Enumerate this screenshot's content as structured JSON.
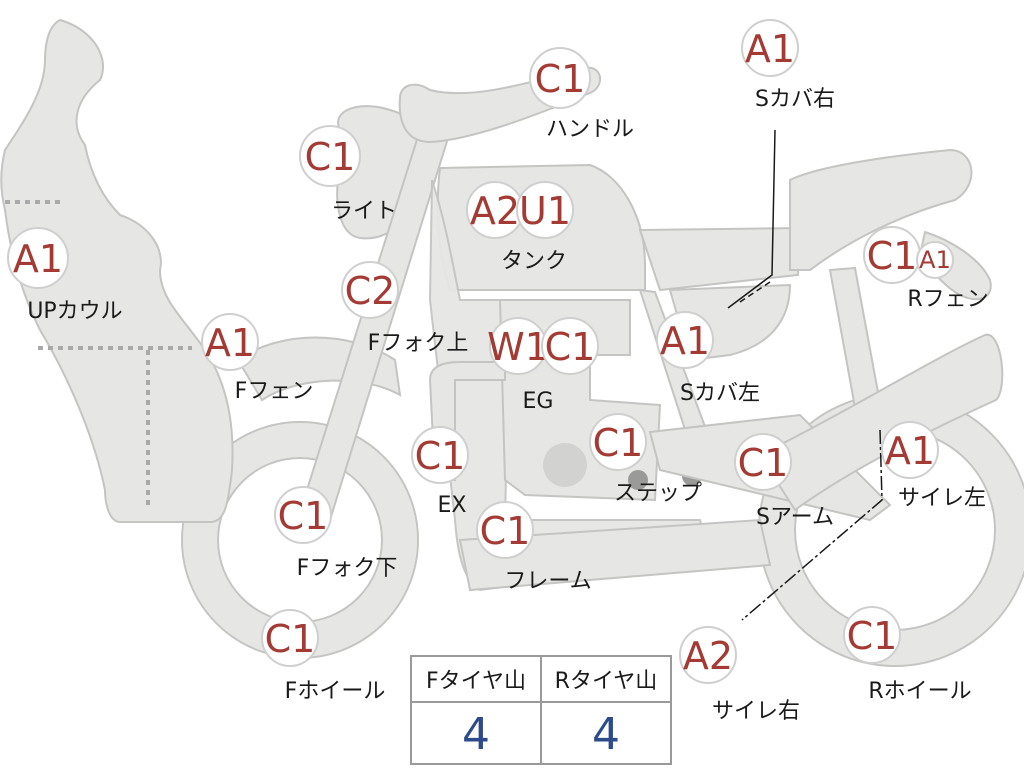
{
  "parts": [
    {
      "code": "A1",
      "code2": "",
      "name": "UPカウル"
    },
    {
      "code": "C1",
      "code2": "",
      "name": "ライト"
    },
    {
      "code": "C1",
      "code2": "",
      "name": "ハンドル"
    },
    {
      "code": "A2",
      "code2": "U1",
      "name": "タンク"
    },
    {
      "code": "A1",
      "code2": "",
      "name": "Sカバ右"
    },
    {
      "code": "C1",
      "code2": "A1",
      "name": "Rフェン"
    },
    {
      "code": "C2",
      "code2": "",
      "name": "Fフォク上"
    },
    {
      "code": "A1",
      "code2": "",
      "name": "Fフェン"
    },
    {
      "code": "W1",
      "code2": "C1",
      "name": "EG"
    },
    {
      "code": "A1",
      "code2": "",
      "name": "Sカバ左"
    },
    {
      "code": "C1",
      "code2": "",
      "name": "EX"
    },
    {
      "code": "C1",
      "code2": "",
      "name": "ステップ"
    },
    {
      "code": "C1",
      "code2": "",
      "name": "Sアーム"
    },
    {
      "code": "A1",
      "code2": "",
      "name": "サイレ左"
    },
    {
      "code": "C1",
      "code2": "",
      "name": "Fフォク下"
    },
    {
      "code": "C1",
      "code2": "",
      "name": "フレーム"
    },
    {
      "code": "C1",
      "code2": "",
      "name": "Fホイール"
    },
    {
      "code": "A2",
      "code2": "",
      "name": "サイレ右"
    },
    {
      "code": "C1",
      "code2": "",
      "name": "Rホイール"
    }
  ],
  "tire_table": {
    "headers": [
      "Fタイヤ山",
      "Rタイヤ山"
    ],
    "values": [
      "4",
      "4"
    ]
  },
  "colors": {
    "part_fill": "#e6e6e4",
    "grade_code": "#a43a34",
    "tire_value": "#2d4a8a"
  }
}
